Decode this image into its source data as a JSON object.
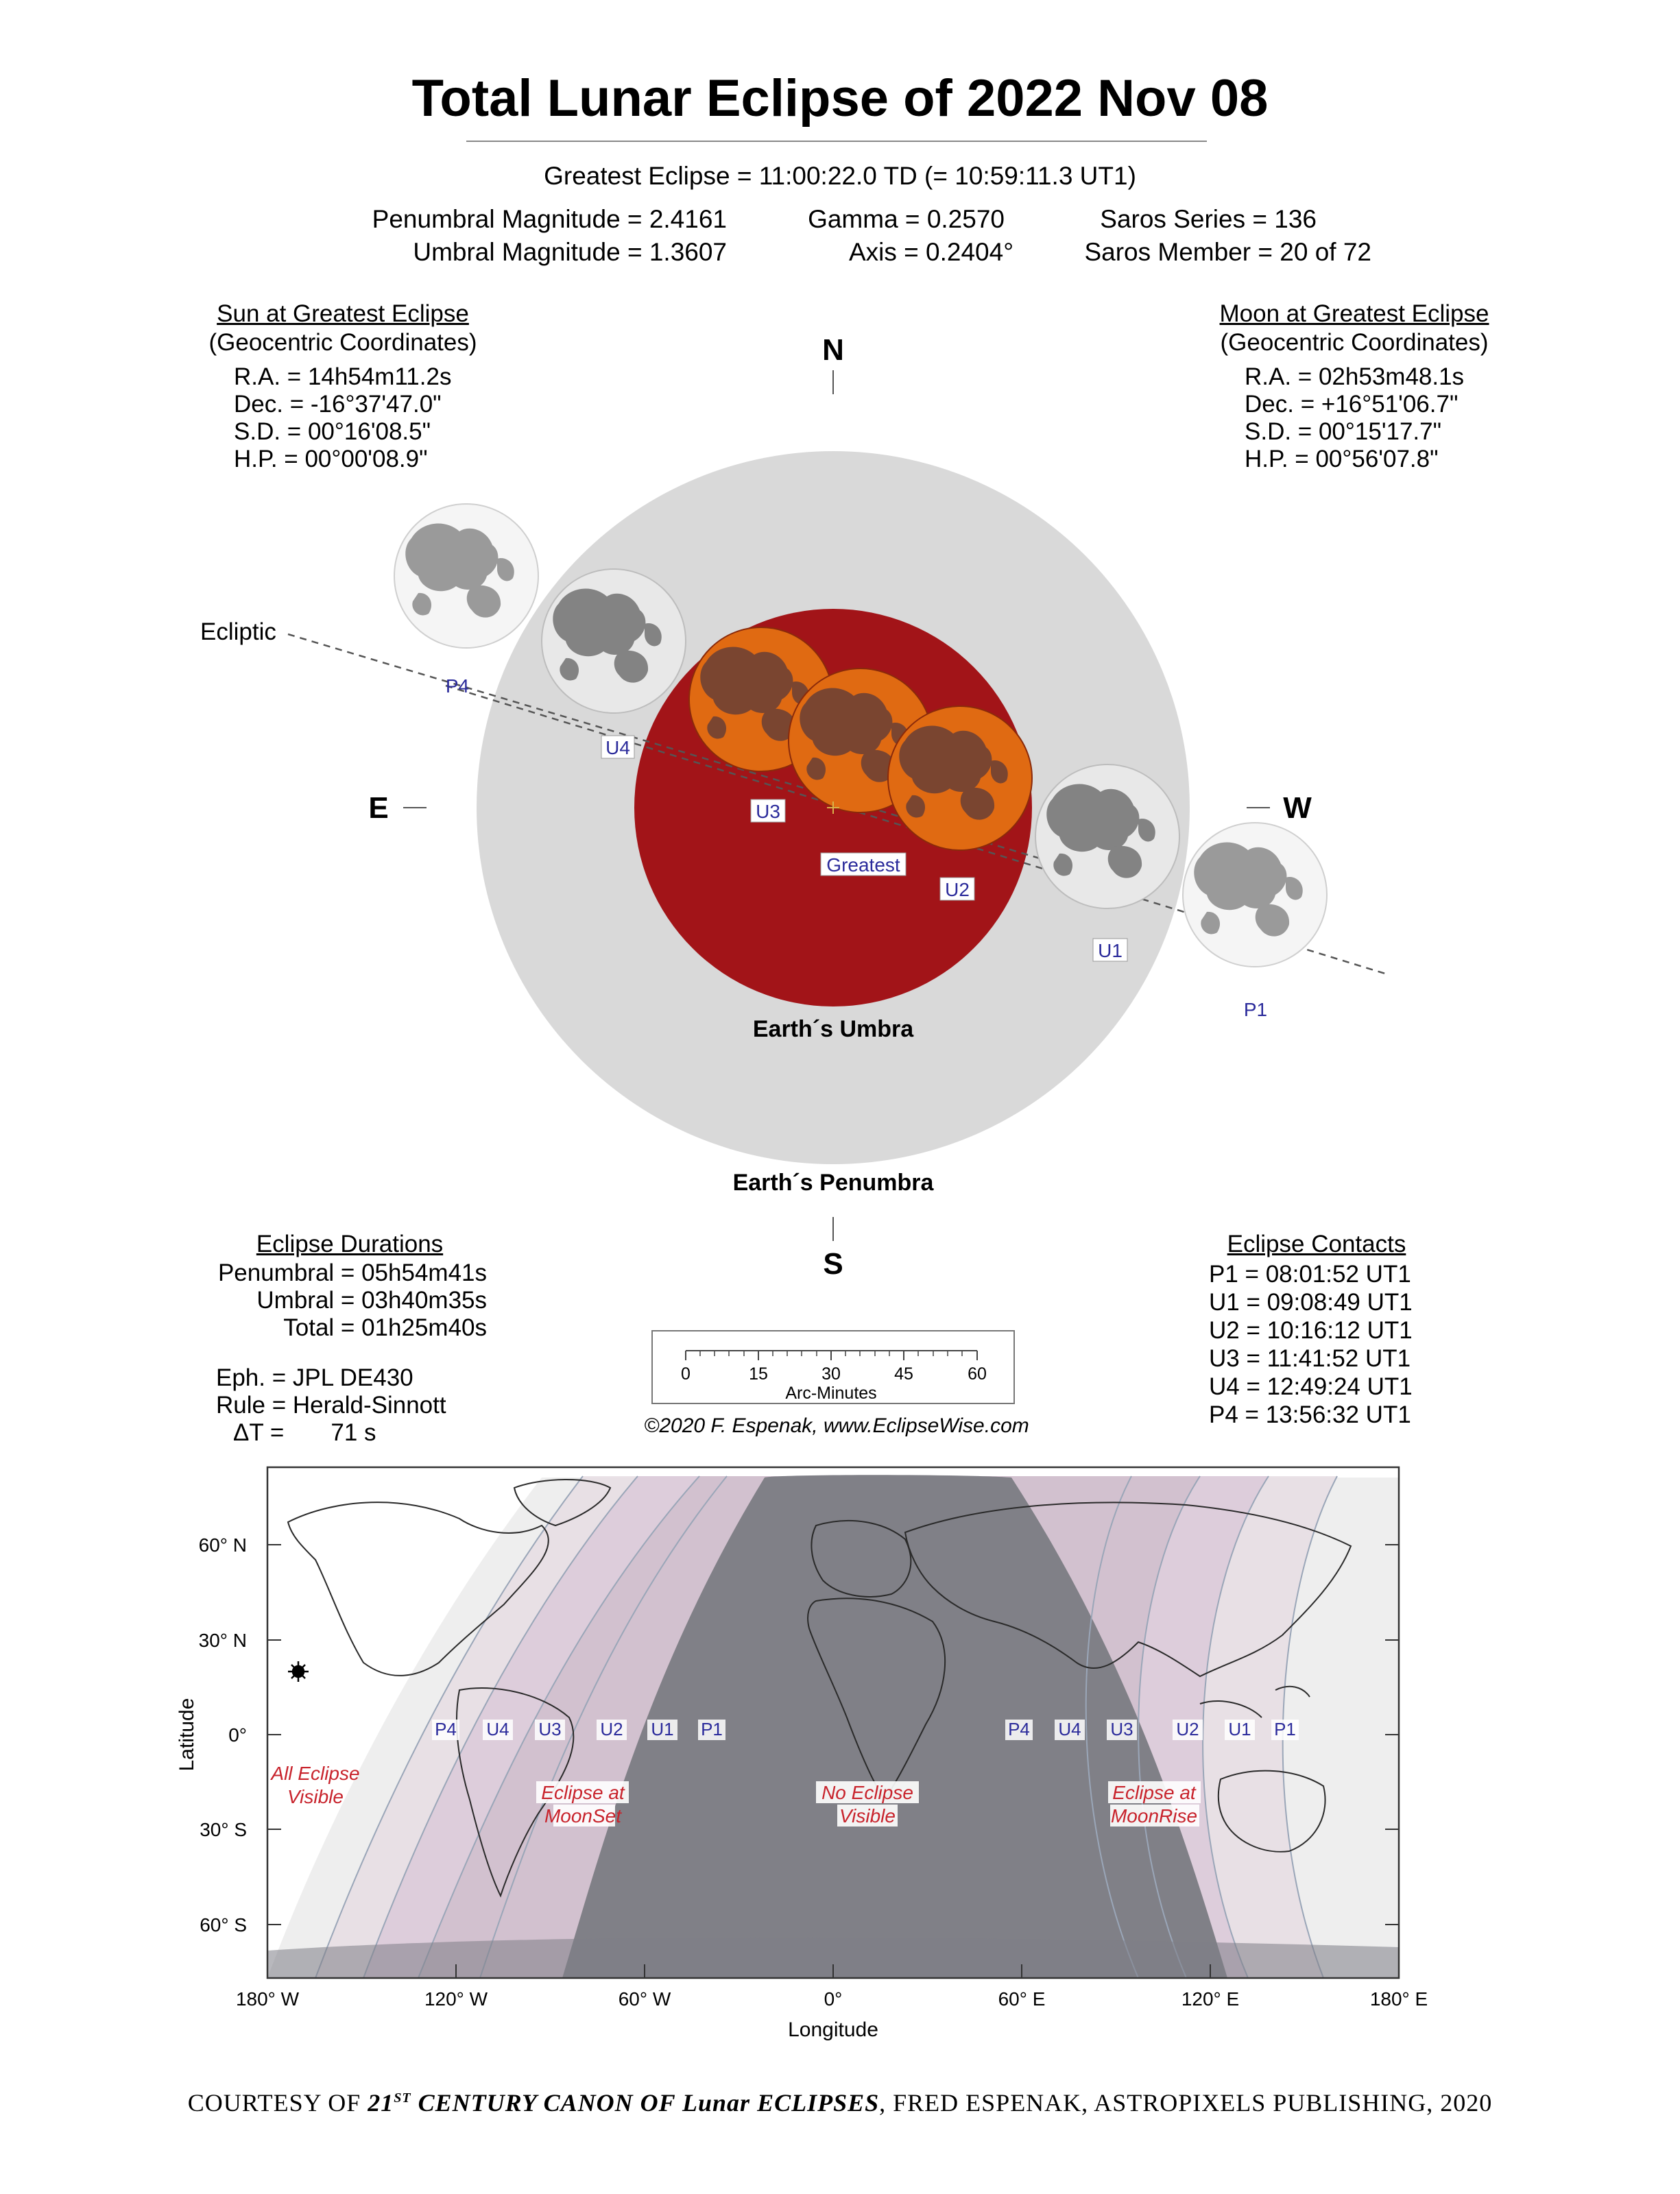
{
  "title": "Total Lunar Eclipse of  2022 Nov 08",
  "greatest": "Greatest Eclipse =  11:00:22.0 TD   (= 10:59:11.3 UT1)",
  "params": {
    "penumbral_mag": "Penumbral Magnitude =  2.4161",
    "umbral_mag": "Umbral Magnitude =  1.3607",
    "gamma": "Gamma =  0.2570",
    "axis": "Axis =  0.2404°",
    "saros_series": "Saros Series = 136",
    "saros_member": "Saros Member = 20 of 72"
  },
  "sun": {
    "heading": "Sun at Greatest Eclipse",
    "sub": "(Geocentric Coordinates)",
    "lines": [
      "R.A. =  14h54m11.2s",
      "Dec. = -16°37'47.0\"",
      "S.D. =  00°16'08.5\"",
      "H.P. =  00°00'08.9\""
    ]
  },
  "moon": {
    "heading": "Moon at Greatest Eclipse",
    "sub": "(Geocentric Coordinates)",
    "lines": [
      "R.A. =  02h53m48.1s",
      "Dec. = +16°51'06.7\"",
      "S.D. =  00°15'17.7\"",
      "H.P. =  00°56'07.8\""
    ]
  },
  "directions": {
    "n": "N",
    "s": "S",
    "e": "E",
    "w": "W"
  },
  "diagram": {
    "ecliptic": "Ecliptic",
    "umbra_label": "Earth´s Umbra",
    "penumbra_label": "Earth´s Penumbra",
    "greatest_label": "Greatest",
    "contacts": [
      "P4",
      "U4",
      "U3",
      "U2",
      "U1",
      "P1"
    ],
    "colors": {
      "penumbra": "#d9d9d9",
      "umbra": "#a21418",
      "eclipsed_moon": "#e06a12",
      "label": "#2b2b9b"
    }
  },
  "durations": {
    "heading": "Eclipse Durations",
    "lines": [
      "Penumbral = 05h54m41s",
      "Umbral = 03h40m35s",
      "Total = 01h25m40s"
    ]
  },
  "ephemeris": [
    "Eph. = JPL DE430",
    "Rule = Herald-Sinnott",
    "ΔT =       71 s"
  ],
  "scale": {
    "ticks": [
      "0",
      "15",
      "30",
      "45",
      "60"
    ],
    "label": "Arc-Minutes"
  },
  "copyright": "©2020  F. Espenak, www.EclipseWise.com",
  "contacts": {
    "heading": "Eclipse Contacts",
    "lines": [
      "P1 = 08:01:52 UT1",
      "U1 = 09:08:49 UT1",
      "U2 = 10:16:12 UT1",
      "U3 = 11:41:52 UT1",
      "U4 = 12:49:24 UT1",
      "P4 = 13:56:32 UT1"
    ]
  },
  "map": {
    "lat_ticks": [
      "60° N",
      "30° N",
      "0°",
      "30° S",
      "60° S"
    ],
    "lon_ticks": [
      "180° W",
      "120° W",
      "60° W",
      "0°",
      "60° E",
      "120° E",
      "180° E"
    ],
    "ylabel": "Latitude",
    "xlabel": "Longitude",
    "contacts_west": [
      "P4",
      "U4",
      "U3",
      "U2",
      "U1",
      "P1"
    ],
    "contacts_east": [
      "P4",
      "U4",
      "U3",
      "U2",
      "U1",
      "P1"
    ],
    "zones": {
      "all_visible": [
        "All Eclipse",
        "Visible"
      ],
      "moonset": [
        "Eclipse at",
        "MoonSet"
      ],
      "no_eclipse": [
        "No Eclipse",
        "Visible"
      ],
      "moonrise": [
        "Eclipse at",
        "MoonRise"
      ]
    },
    "colors": {
      "night": "#808087",
      "band_inner": "#dccbd9",
      "band_mid": "#e6dde3",
      "band_outer": "#eeeeee",
      "zone_label": "#c8232c"
    }
  },
  "credit": {
    "prefix": "COURTESY OF ",
    "num": "21",
    "sup": "ST",
    "book": " CENTURY CANON OF Lunar ECLIPSES",
    "suffix": ", FRED ESPENAK, ASTROPIXELS PUBLISHING, 2020"
  }
}
